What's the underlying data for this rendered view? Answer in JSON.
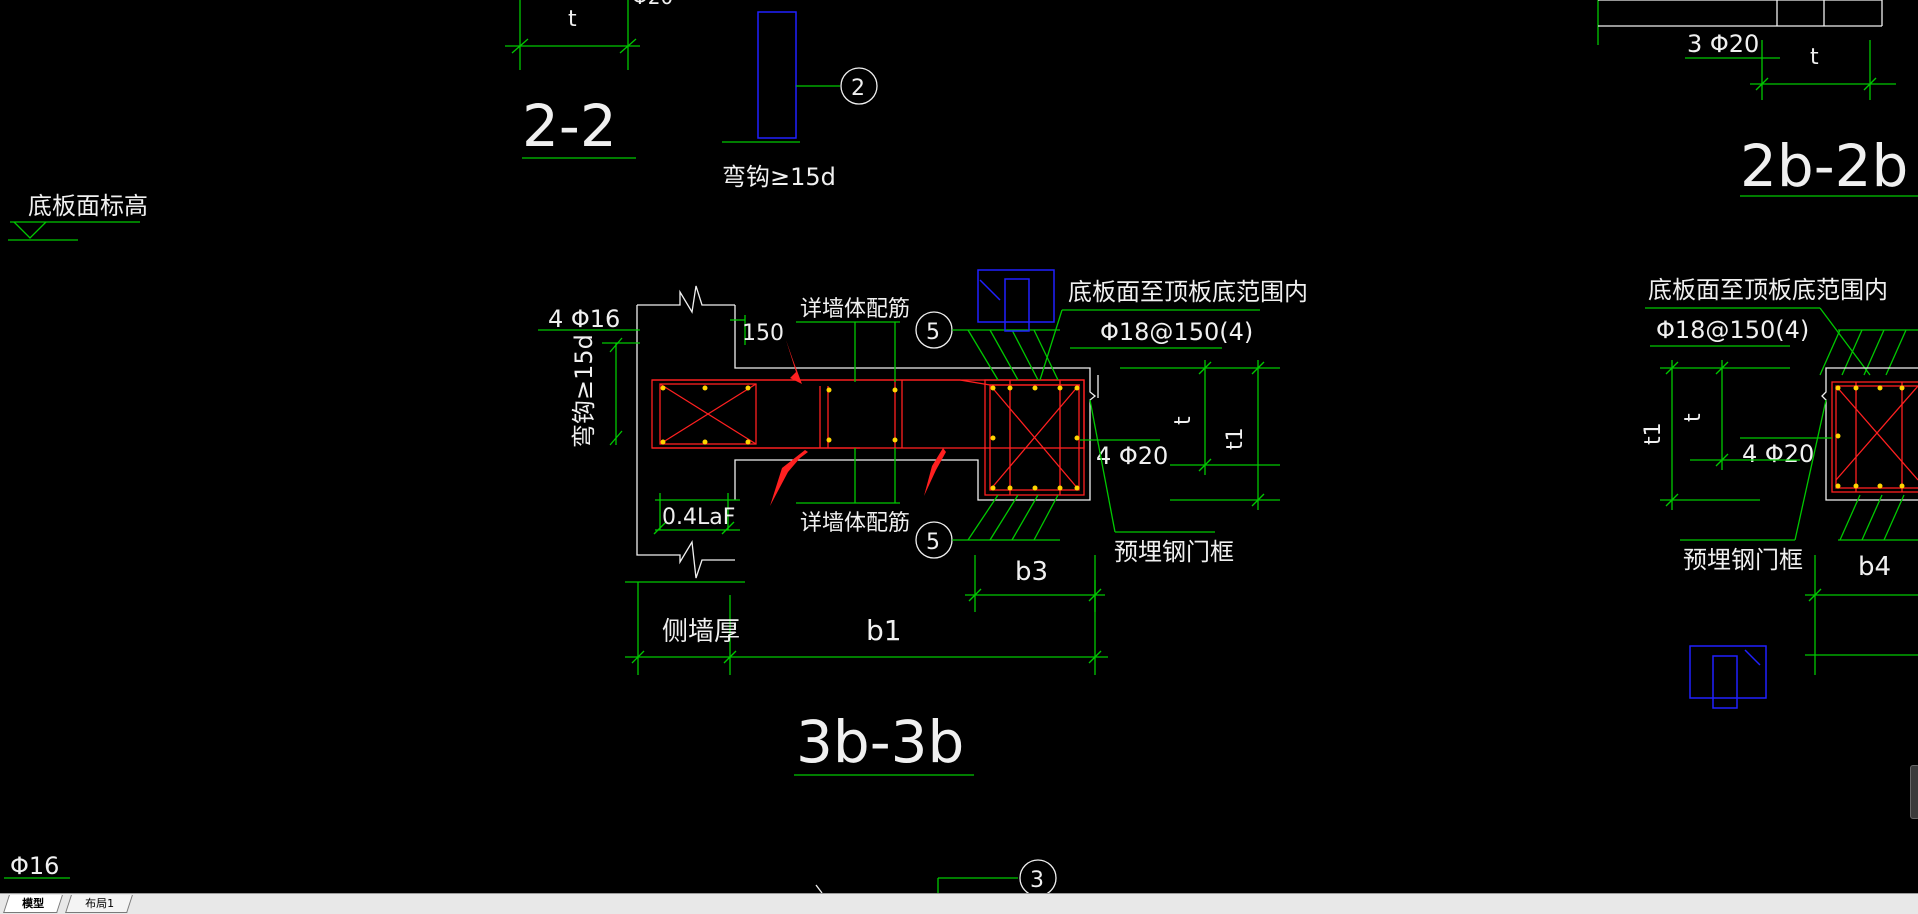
{
  "drawing": {
    "labels": {
      "section_2_2": "2-2",
      "section_2b_2b": "2b-2b",
      "section_3b_3b": "3b-3b",
      "top_left_t": "t",
      "top_left_rebar_partial": "Φ20",
      "bend_bar": "弯钩≥15d",
      "bottom_elev": "底板面标高",
      "rebar_4phi16": "4 Φ16",
      "dim_150": "150",
      "detail_wall_top": "详墙体配筋",
      "detail_wall_bottom": "详墙体配筋",
      "range_note_left": "底板面至顶板底范围内",
      "stirrup_left": "Φ18@150(4)",
      "rebar_4phi20_left": "4 Φ20",
      "dim_t_left": "t",
      "dim_t1_left": "t1",
      "embed_frame_left": "预埋钢门框",
      "dim_b3": "b3",
      "dim_b1": "b1",
      "side_wall": "侧墙厚",
      "dim_04laf": "0.4LaF",
      "bend_vertical": "弯钩≥15d",
      "top_right_3phi20": "3 Φ20",
      "top_right_t": "t",
      "range_note_right": "底板面至顶板底范围内",
      "stirrup_right": "Φ18@150(4)",
      "rebar_4phi20_right": "4 Φ20",
      "dim_t_right": "t",
      "dim_t1_right": "t1",
      "embed_frame_right": "预埋钢门框",
      "dim_b4": "b4",
      "bottom_left_phi16": "Φ16",
      "circle_2": "2",
      "circle_5_top": "5",
      "circle_5_bottom": "5",
      "circle_3": "3"
    }
  },
  "tabs": [
    {
      "label": "模型"
    },
    {
      "label": "布局1"
    }
  ],
  "colors": {
    "background": "#000000",
    "dimension_green": "#00c800",
    "outline_white": "#f0f0f0",
    "rebar_red": "#ff2020",
    "embed_blue": "#2020ff",
    "rebar_dot_yellow": "#ffd400"
  }
}
